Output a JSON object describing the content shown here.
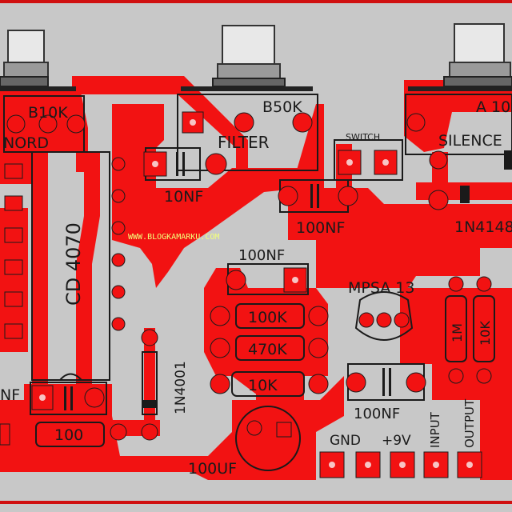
{
  "colors": {
    "board": "#c8c8c8",
    "copper": "#f21212",
    "silkscreen": "#1a1a1a",
    "watermark": "#f2ff7a"
  },
  "labels": {
    "pot1_value": "B10K",
    "pot1_name": "NORD",
    "pot2_value": "B50K",
    "pot2_name": "FILTER",
    "pot3_value": "A 10",
    "pot3_name": "SILENCE",
    "switch": "SWITCH",
    "cap_10nf": "10NF",
    "cap_100nf_a": "100NF",
    "cap_100nf_b": "100NF",
    "cap_100nf_c": "100NF",
    "ic": "CD 4070",
    "watermark": "WWW.BLOGKAMARKU.COM",
    "transistor": "MPSA 13",
    "r_100k": "100K",
    "r_470k": "470K",
    "r_10k": "10K",
    "r_1m": "1M",
    "r_10k_v": "10K",
    "r_100": "100",
    "diode_1n4001": "1N4001",
    "diode_1n4148": "1N4148",
    "cap_nf_left": "NF",
    "cap_100uf": "100UF",
    "pad_gnd": "GND",
    "pad_9v": "+9V",
    "pad_input": "INPUT",
    "pad_output": "OUTPUT"
  }
}
